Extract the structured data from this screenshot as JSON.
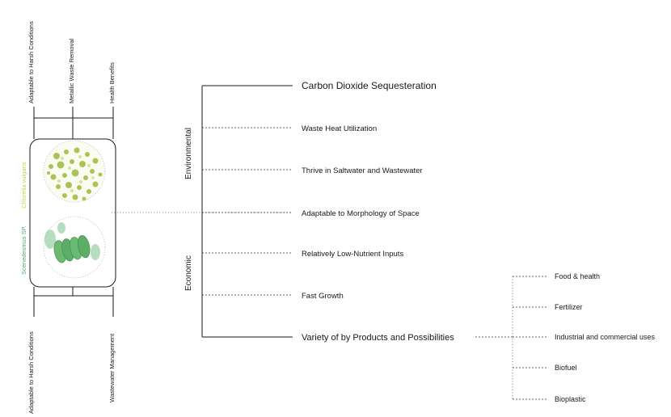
{
  "organism_card": {
    "species_top": "Chlorella vulgaris",
    "species_bottom": "Scenedesmus SP.",
    "species_top_color": "#c9cf5a",
    "species_bottom_color": "#5aa870",
    "top_labels": [
      "Adaptable to Harsh Conditions",
      "Metallic Waste Removal",
      "Health Benefits"
    ],
    "bottom_labels": [
      "Adaptable to Harsh Conditions",
      "Wastewater Management"
    ]
  },
  "categories": {
    "environmental": "Environmental",
    "economic": "Economic"
  },
  "benefits": [
    "Carbon Dioxide Sequesteration",
    "Waste Heat Utilization",
    "Thrive in Saltwater and Wastewater",
    "Adaptable to Morphology of Space",
    "Relatively Low-Nutrient Inputs",
    "Fast Growth",
    "Variety of by Products and Possibilities"
  ],
  "products": [
    "Food & health",
    "Fertilizer",
    "Industrial and commercial uses",
    "Biofuel",
    "Bioplastic"
  ]
}
